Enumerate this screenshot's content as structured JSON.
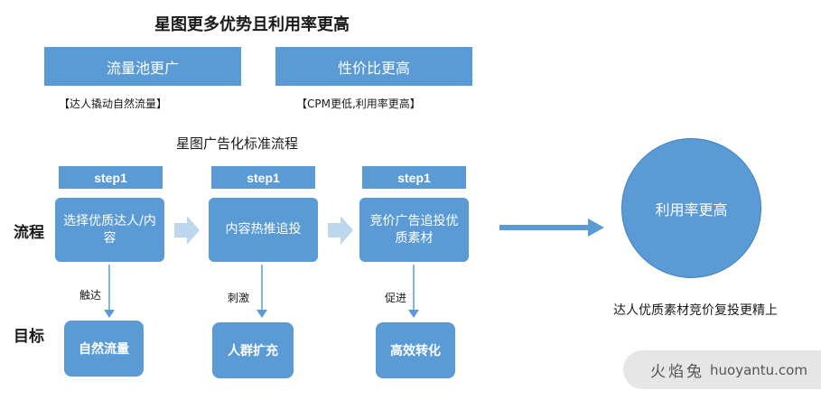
{
  "title": "星图更多优势且利用率更高",
  "advantages": [
    {
      "label": "流量池更广",
      "note": "【达人撬动自然流量】"
    },
    {
      "label": "性价比更高",
      "note": "【CPM更低,利用率更高】"
    }
  ],
  "process_title": "星图广告化标准流程",
  "row_labels": {
    "process": "流程",
    "goal": "目标"
  },
  "columns": [
    {
      "step": "step1",
      "process": "选择优质达人/内容",
      "action": "触达",
      "goal": "自然流量"
    },
    {
      "step": "step1",
      "process": "内容热推追投",
      "action": "刺激",
      "goal": "人群扩充"
    },
    {
      "step": "step1",
      "process": "竞价广告追投优质素材",
      "action": "促进",
      "goal": "高效转化"
    }
  ],
  "result": {
    "circle": "利用率更高",
    "caption": "达人优质素材竞价复投更精上"
  },
  "watermark": {
    "cn": "火焰兔",
    "domain": "huoyantu.com"
  },
  "colors": {
    "box": "#5b9bd5",
    "arrow": "#5b9bd5",
    "chevron": "#bdd7ee",
    "watermark_bg": "#e6e6e6"
  }
}
